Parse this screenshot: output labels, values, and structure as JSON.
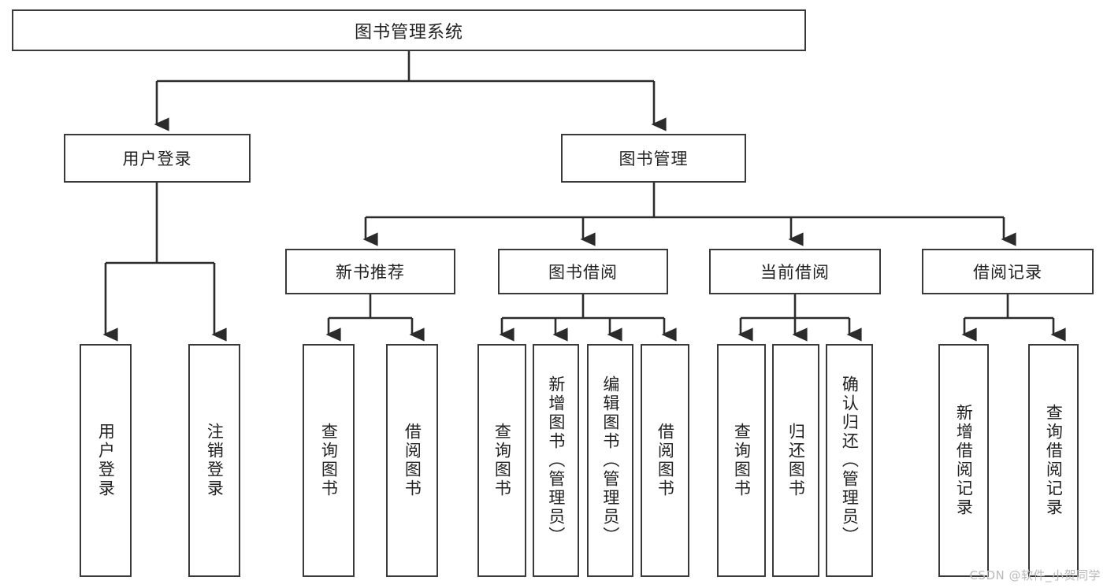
{
  "diagram": {
    "title": "图书管理系统",
    "watermark": "CSDN @软件_小贺同学",
    "level2": {
      "user_login": "用户登录",
      "book_manage": "图书管理"
    },
    "level3": {
      "new_book_rec": "新书推荐",
      "book_borrow": "图书借阅",
      "current_borrow": "当前借阅",
      "borrow_record": "借阅记录"
    },
    "leaves": {
      "user_login_1": "用户登录",
      "user_login_2": "注销登录",
      "new_book_1": "查询图书",
      "new_book_2": "借阅图书",
      "borrow_1": "查询图书",
      "borrow_2": "新增图书（管理员）",
      "borrow_3": "编辑图书（管理员）",
      "borrow_4": "借阅图书",
      "current_1": "查询图书",
      "current_2": "归还图书",
      "current_3": "确认归还（管理员）",
      "record_1": "新增借阅记录",
      "record_2": "查询借阅记录"
    }
  }
}
